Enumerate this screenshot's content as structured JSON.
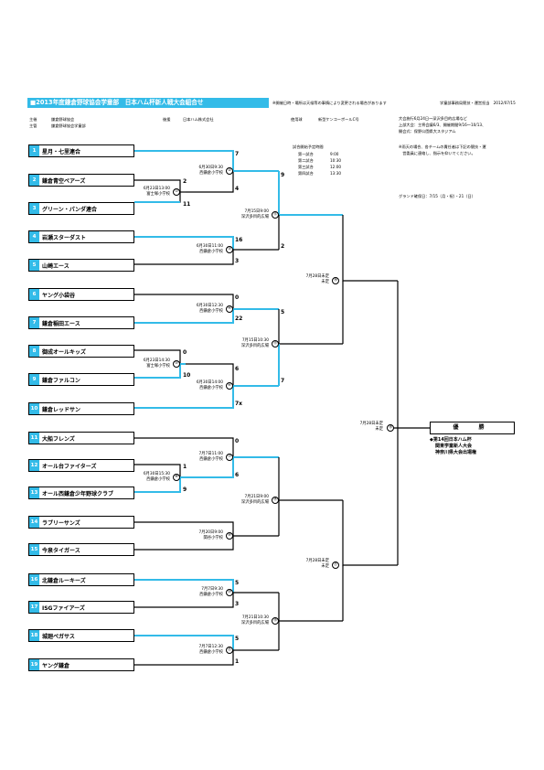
{
  "header": {
    "title": "■2013年度鎌倉野球協会学童部　日本ハム杯新人戦大会組合せ",
    "notice": "※開催日時・場所は天候等の事情により変更される場合があります",
    "office": "学童部事務局競技・運営担当　2012/07/15"
  },
  "org": {
    "host_label": "主催",
    "host_1": "鎌倉野球協会",
    "cohost_label": "主管",
    "host_2": "鎌倉野球協会学童部",
    "sponsor_label": "後援",
    "sponsor": "日本ハム株式会社",
    "ball_label": "使用球",
    "ball": "新型ケンコーボールC号"
  },
  "schedule": {
    "title": "試合開始予定時間",
    "rows": [
      {
        "label": "第一試合",
        "time": "9:00"
      },
      {
        "label": "第二試合",
        "time": "10:30"
      },
      {
        "label": "第三試合",
        "time": "12:00"
      },
      {
        "label": "第四試合",
        "time": "13:30"
      }
    ]
  },
  "info": {
    "line1": "大会施行6月24日～深沢多目的広場など",
    "line2": "上部大会：主将会議6/3、開催期間9/16～10/13、",
    "line3": "開会式：保野公園県大スタジアム",
    "note1": "※雨天の場合、各チームの責任者は下記の競技・運",
    "note2": "　営委員に連絡し、指示を仰いでください。",
    "ground": "グランド確保日：7/15（月・祝）・21（日）"
  },
  "teams": [
    {
      "num": "1",
      "name": "星月・七里連合"
    },
    {
      "num": "2",
      "name": "鎌倉青空ベアーズ"
    },
    {
      "num": "3",
      "name": "グリーン・パンダ連合"
    },
    {
      "num": "4",
      "name": "岩瀬スターダスト"
    },
    {
      "num": "5",
      "name": "山崎エース"
    },
    {
      "num": "6",
      "name": "ヤング小袋谷"
    },
    {
      "num": "7",
      "name": "鎌倉稲田エース"
    },
    {
      "num": "8",
      "name": "御成オールキッズ"
    },
    {
      "num": "9",
      "name": "鎌倉ファルコン"
    },
    {
      "num": "10",
      "name": "鎌倉レッドサン"
    },
    {
      "num": "11",
      "name": "大船フレンズ"
    },
    {
      "num": "12",
      "name": "オール台ファイターズ"
    },
    {
      "num": "13",
      "name": "オール西鎌倉少年野球クラブ"
    },
    {
      "num": "14",
      "name": "ラブリーサンズ"
    },
    {
      "num": "15",
      "name": "今泉タイガース"
    },
    {
      "num": "16",
      "name": "北鎌倉ルーキーズ"
    },
    {
      "num": "17",
      "name": "ISGファイアーズ"
    },
    {
      "num": "18",
      "name": "城廻ペガサス"
    },
    {
      "num": "19",
      "name": "ヤング鎌倉"
    }
  ],
  "games": [
    {
      "no": "①",
      "date": "6月23日13:00",
      "place": "富士塚小学校"
    },
    {
      "no": "②",
      "date": "6月30日9:30",
      "place": "西鎌倉小学校"
    },
    {
      "no": "③",
      "date": "6月30日11:00",
      "place": "西鎌倉小学校"
    },
    {
      "no": "④",
      "date": "6月30日12:30",
      "place": "西鎌倉小学校"
    },
    {
      "no": "⑤",
      "date": "6月23日14:30",
      "place": "富士塚小学校"
    },
    {
      "no": "⑥",
      "date": "6月30日14:00",
      "place": "西鎌倉小学校"
    },
    {
      "no": "⑦",
      "date": "7月7日11:00",
      "place": "西鎌倉小学校"
    },
    {
      "no": "⑧",
      "date": "6月30日15:30",
      "place": "西鎌倉小学校"
    },
    {
      "no": "⑨",
      "date": "7月20日9:00",
      "place": "関谷小学校"
    },
    {
      "no": "⑩",
      "date": "7月7日9:30",
      "place": "西鎌倉小学校"
    },
    {
      "no": "⑪",
      "date": "7月7日12:30",
      "place": "西鎌倉小学校"
    },
    {
      "no": "⑫",
      "date": "7月15日9:00",
      "place": "深沢多目的広場"
    },
    {
      "no": "⑬",
      "date": "7月15日10:30",
      "place": "深沢多目的広場"
    },
    {
      "no": "⑭",
      "date": "7月21日9:00",
      "place": "深沢多目的広場"
    },
    {
      "no": "⑮",
      "date": "7月21日10:30",
      "place": "深沢多目的広場"
    },
    {
      "no": "⑯",
      "date": "7月28日未定",
      "place": "未定"
    },
    {
      "no": "⑰",
      "date": "7月28日未定",
      "place": "未定"
    },
    {
      "no": "⑱",
      "date": "7月28日未定",
      "place": "未定"
    }
  ],
  "scores": {
    "t1": "7",
    "g2b": "4",
    "t2": "2",
    "t3": "11",
    "t4": "16",
    "t5": "3",
    "t6": "0",
    "t7": "22",
    "t8": "0",
    "t9": "10",
    "g6a": "6",
    "t10": "7x",
    "g12a": "9",
    "g12b": "2",
    "g13a": "5",
    "g13b": "7",
    "t11": "0",
    "g8a": "1",
    "g8b": "9",
    "g7b": "6",
    "t16": "5",
    "t17": "3",
    "t18": "5",
    "t19": "1"
  },
  "final": {
    "label": "優　勝",
    "line1": "◆第14回日本ハム杯",
    "line2": "関東学童新人大会",
    "line3": "神奈川県大会出場権"
  },
  "colors": {
    "accent": "#33bbe8",
    "line": "#000000"
  }
}
